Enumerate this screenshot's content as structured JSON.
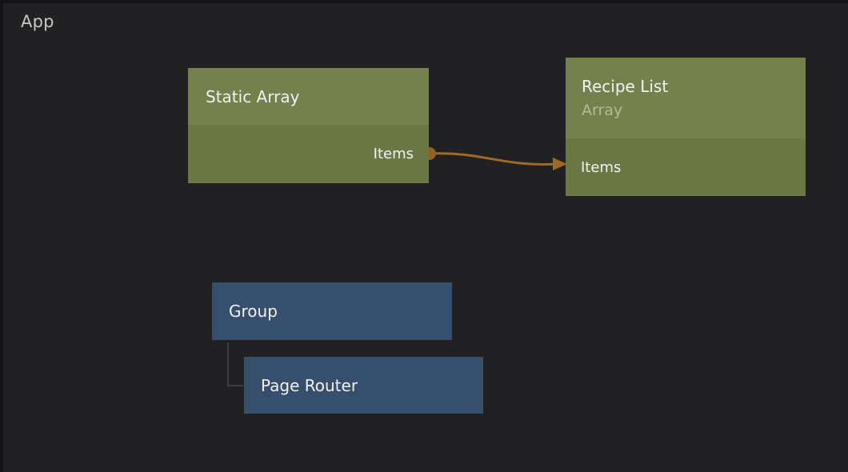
{
  "app_label": "App",
  "nodes": {
    "static_array": {
      "title": "Static Array",
      "ports": {
        "items": {
          "label": "Items",
          "direction": "output"
        }
      }
    },
    "recipe_list": {
      "title": "Recipe List",
      "subtitle": "Array",
      "ports": {
        "items": {
          "label": "Items",
          "direction": "input"
        }
      }
    },
    "group": {
      "title": "Group"
    },
    "page_router": {
      "title": "Page Router"
    }
  },
  "connections": [
    {
      "from": "static_array.items",
      "to": "recipe_list.items",
      "style": "curve",
      "color": "#9c6b26"
    },
    {
      "from": "group",
      "to": "page_router",
      "style": "elbow",
      "color": "#3d3e40"
    }
  ],
  "colors": {
    "canvas": "#212023",
    "node_green_header": "#75814D",
    "node_green_body": "#6B7845",
    "node_blue": "#354F6C",
    "wire_orange": "#9c6b26",
    "port_dot": "#8f6226",
    "connector_gray": "#3d3e40"
  }
}
